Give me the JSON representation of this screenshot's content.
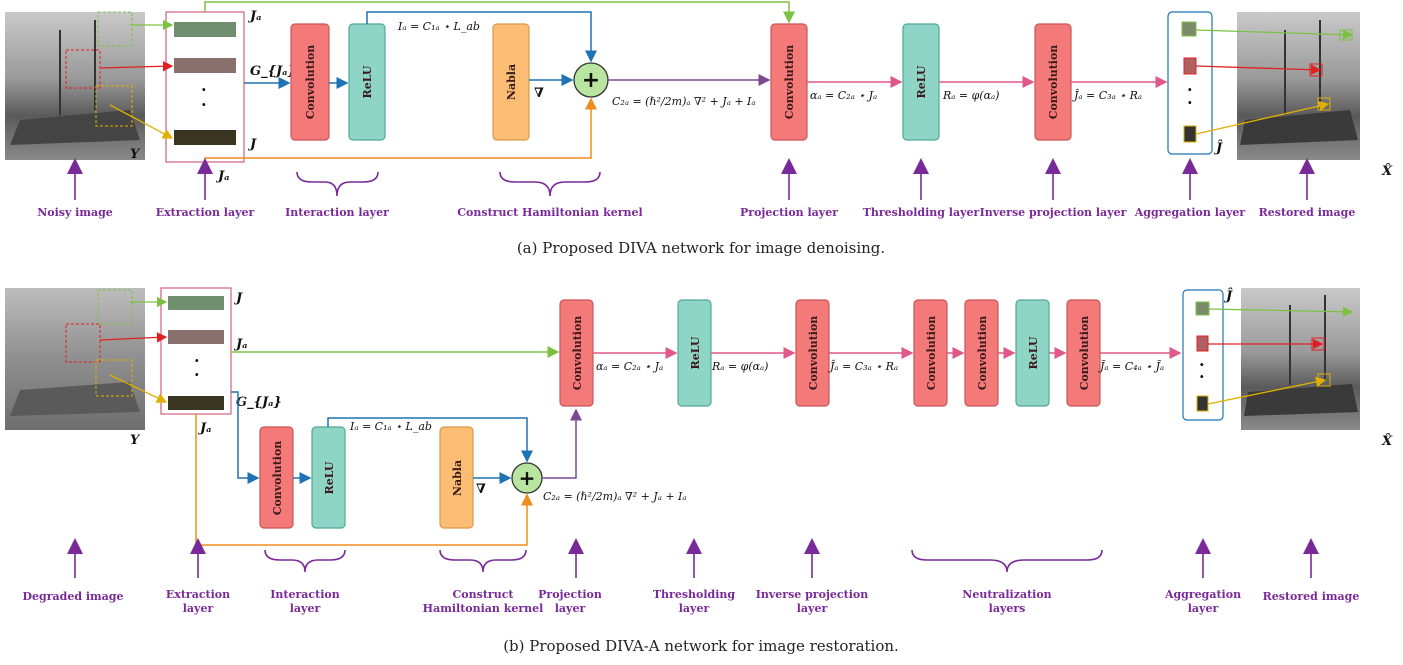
{
  "colors": {
    "conv": "#f47a7a",
    "relu": "#8fd5c6",
    "nabla": "#fbbd73",
    "purple": "#7a2a98",
    "blue": "#1e73b4",
    "green": "#7cc242",
    "orange": "#f08c1e",
    "mauve": "#7b4a93",
    "pink": "#e0578a",
    "red": "#e02020",
    "yellow": "#e0b000"
  },
  "blocks": {
    "convolution": "Convolution",
    "relu": "ReLU",
    "nabla": "Nabla"
  },
  "symbols": {
    "Y": "Y",
    "X_hat": "X̂",
    "J": "J",
    "J_a": "Jₐ",
    "J_hat": "Ĵ",
    "G_Ja": "G_{Jₐ}",
    "nabla": "∇",
    "plus": "+",
    "dot": "·"
  },
  "panel_a": {
    "eq_Ia": "Iₐ = C₁ₐ ⋆ L_ab",
    "eq_C2": "C₂ₐ = (ℏ²/2m)ₐ ∇² + Jₐ + Iₐ",
    "eq_alpha": "αₐ = C₂ₐ ⋆ Jₐ",
    "eq_R": "Rₐ = φ(αₐ)",
    "eq_Jhat": "Ĵₐ = C₃ₐ ⋆ Rₐ",
    "labels": {
      "noisy": "Noisy image",
      "extraction": "Extraction layer",
      "interaction": "Interaction layer",
      "hamiltonian": "Construct Hamiltonian kernel",
      "projection": "Projection layer",
      "thresholding": "Thresholding layer",
      "inverse": "Inverse projection layer",
      "aggregation": "Aggregation layer",
      "restored": "Restored image"
    },
    "caption": "(a)  Proposed DIVA network for image denoising."
  },
  "panel_b": {
    "eq_Ia": "Iₐ = C₁ₐ ⋆ L_ab",
    "eq_C2": "C₂ₐ = (ℏ²/2m)ₐ ∇² + Jₐ + Iₐ",
    "eq_alpha": "αₐ = C₂ₐ ⋆ Jₐ",
    "eq_R": "Rₐ = φ(αₐ)",
    "eq_Jhat": "Ĵₐ = C₃ₐ ⋆ Rₐ",
    "eq_Jtilde": "J̃ₐ = C₄ₐ ⋆ J̃ₐ",
    "labels": {
      "degraded": "Degraded image",
      "extraction1": "Extraction",
      "extraction2": "layer",
      "interaction1": "Interaction",
      "interaction2": "layer",
      "hamiltonian1": "Construct",
      "hamiltonian2": "Hamiltonian kernel",
      "projection1": "Projection",
      "projection2": "layer",
      "thresholding1": "Thresholding",
      "thresholding2": "layer",
      "inverse1": "Inverse projection",
      "inverse2": "layer",
      "neutralization1": "Neutralization",
      "neutralization2": "layers",
      "aggregation1": "Aggregation",
      "aggregation2": "layer",
      "restored": "Restored image"
    },
    "caption": "(b)  Proposed DIVA-A network for image restoration."
  }
}
